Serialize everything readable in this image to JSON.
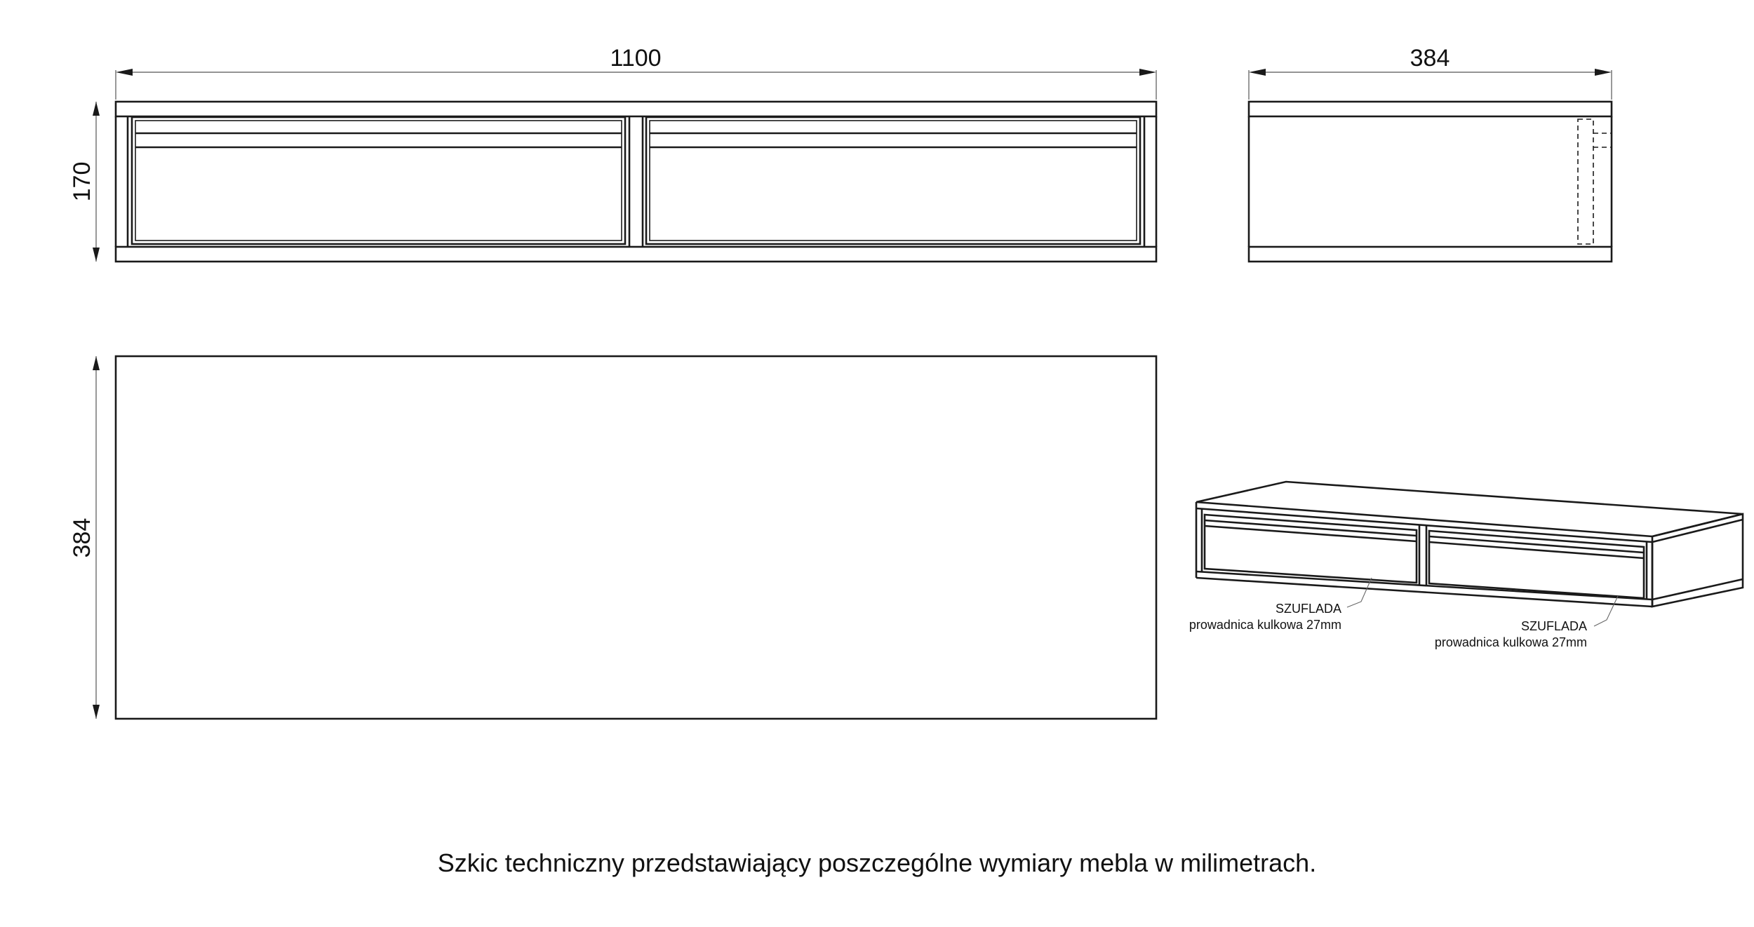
{
  "dimensions": {
    "front_width": "1100",
    "front_height": "170",
    "side_depth": "384",
    "top_depth": "384"
  },
  "labels": {
    "drawer_left_name": "SZUFLADA",
    "drawer_left_spec": "prowadnica kulkowa 27mm",
    "drawer_right_name": "SZUFLADA",
    "drawer_right_spec": "prowadnica kulkowa 27mm"
  },
  "caption": "Szkic techniczny przedstawiający poszczególne wymiary mebla w milimetrach."
}
